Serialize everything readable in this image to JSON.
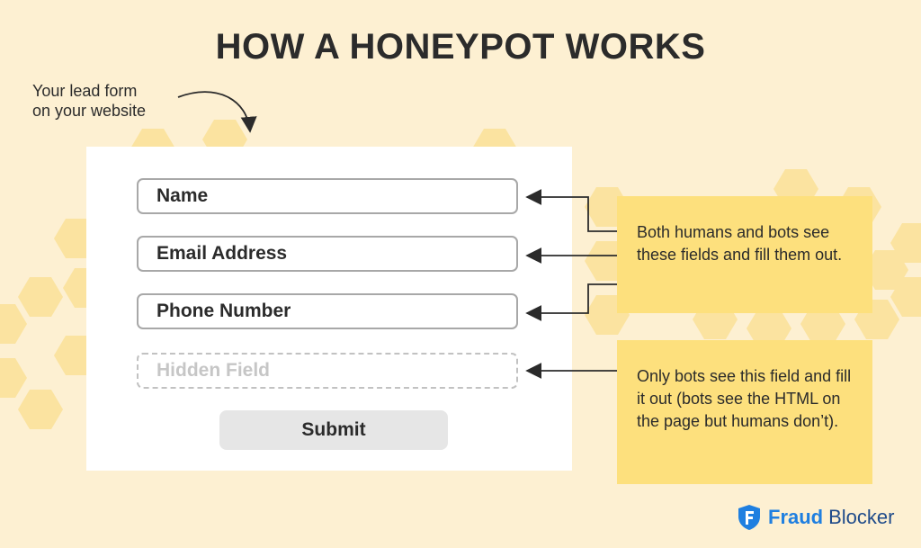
{
  "title": "HOW A HONEYPOT WORKS",
  "intro_caption": "Your lead form\non your website",
  "form": {
    "fields": [
      {
        "label": "Name",
        "hidden": false
      },
      {
        "label": "Email Address",
        "hidden": false
      },
      {
        "label": "Phone Number",
        "hidden": false
      },
      {
        "label": "Hidden Field",
        "hidden": true
      }
    ],
    "submit_label": "Submit"
  },
  "notes": {
    "visible_fields": "Both humans and bots see these fields and fill them out.",
    "hidden_field": "Only bots see this field and fill it out (bots see the HTML on the page but humans don’t)."
  },
  "brand": {
    "name_part1": "Fraud",
    "name_part2": "Blocker",
    "logo_icon": "shield-f-icon",
    "colors": {
      "primary": "#1f7fe0",
      "secondary": "#1f4b8a"
    }
  },
  "colors": {
    "background": "#fdf0d2",
    "note_fill": "#fde07d",
    "honeycomb": "#fbe3a0",
    "field_border": "#a8a8a8"
  }
}
